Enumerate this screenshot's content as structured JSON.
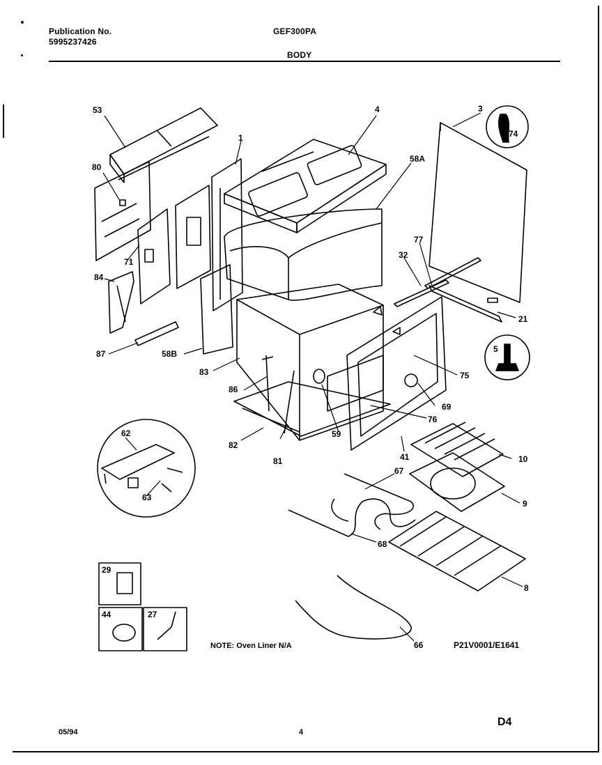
{
  "header": {
    "publication_label": "Publication No.",
    "publication_number": "5995237426",
    "model": "GEF300PA",
    "section": "BODY"
  },
  "note": "NOTE: Oven Liner N/A",
  "figure_id": "P21V0001/E1641",
  "footer": {
    "date": "05/94",
    "page": "4",
    "code": "D4"
  },
  "parts": [
    "53",
    "80",
    "71",
    "84",
    "87",
    "58B",
    "1",
    "4",
    "58A",
    "3",
    "74",
    "77",
    "32",
    "21",
    "5",
    "83",
    "86",
    "75",
    "69",
    "76",
    "82",
    "81",
    "59",
    "41",
    "62",
    "63",
    "10",
    "67",
    "9",
    "68",
    "8",
    "66",
    "29",
    "44",
    "27"
  ]
}
